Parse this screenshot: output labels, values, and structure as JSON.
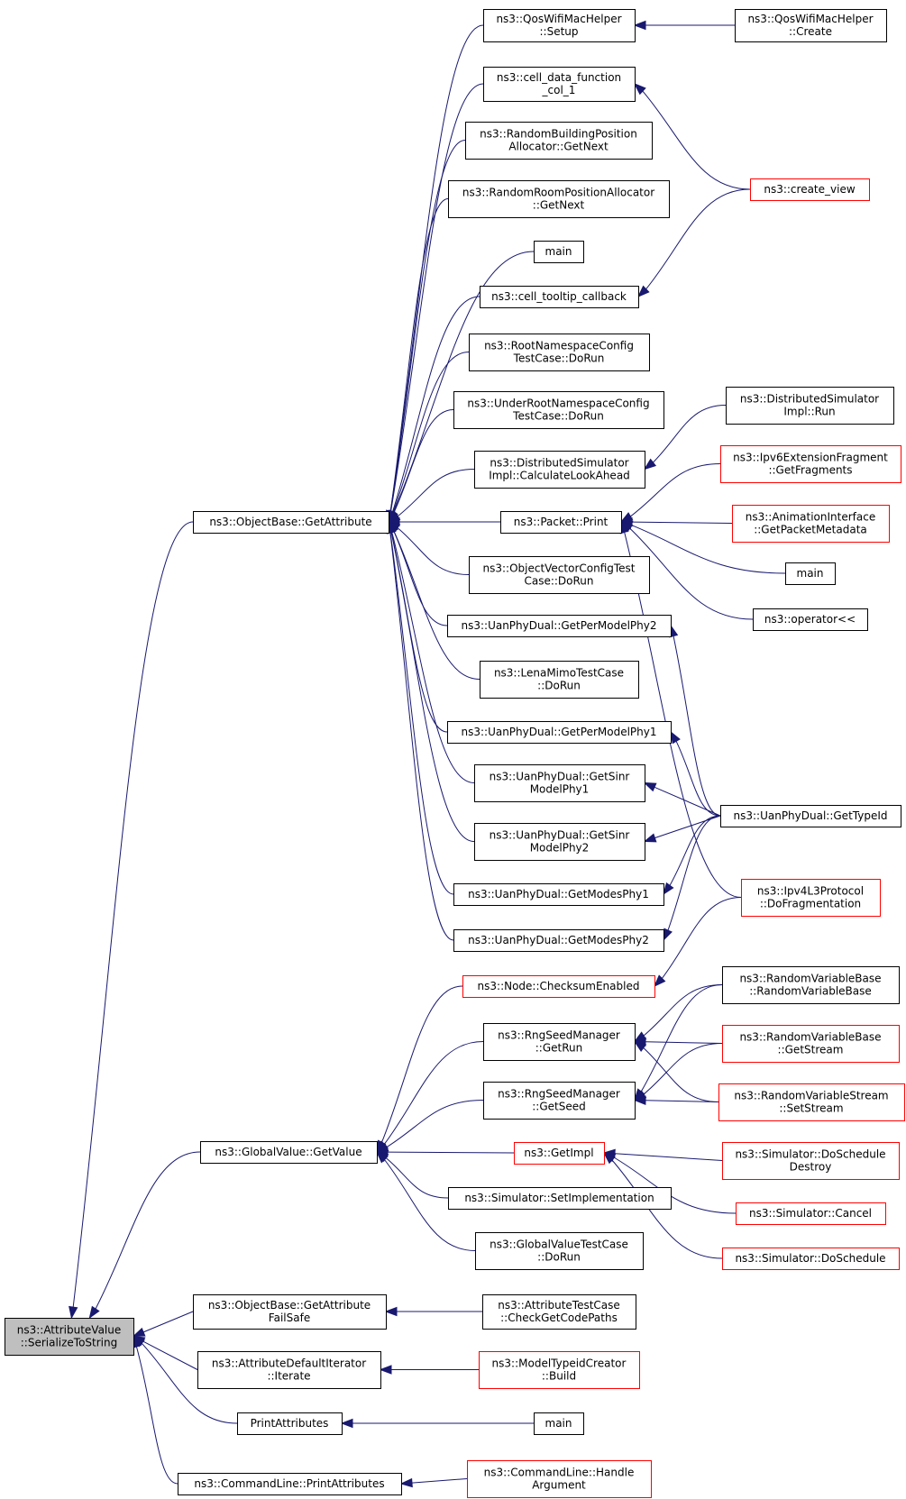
{
  "diagram": {
    "title": "",
    "nodes": [
      {
        "id": "root",
        "lines": [
          "ns3::AttributeValue",
          "::SerializeToString"
        ],
        "style": "root"
      },
      {
        "id": "getattr",
        "lines": [
          "ns3::ObjectBase::GetAttribute"
        ],
        "style": "normal"
      },
      {
        "id": "gv_getvalue",
        "lines": [
          "ns3::GlobalValue::GetValue"
        ],
        "style": "normal"
      },
      {
        "id": "getattr_fs",
        "lines": [
          "ns3::ObjectBase::GetAttribute",
          "FailSafe"
        ],
        "style": "normal"
      },
      {
        "id": "adi_iterate",
        "lines": [
          "ns3::AttributeDefaultIterator",
          "::Iterate"
        ],
        "style": "normal"
      },
      {
        "id": "printattrs",
        "lines": [
          "PrintAttributes"
        ],
        "style": "normal"
      },
      {
        "id": "cl_printattrs",
        "lines": [
          "ns3::CommandLine::PrintAttributes"
        ],
        "style": "normal"
      },
      {
        "id": "qos_setup",
        "lines": [
          "ns3::QosWifiMacHelper",
          "::Setup"
        ],
        "style": "normal"
      },
      {
        "id": "cell_data",
        "lines": [
          "ns3::cell_data_function",
          "_col_1"
        ],
        "style": "normal"
      },
      {
        "id": "rbpa_next",
        "lines": [
          "ns3::RandomBuildingPosition",
          "Allocator::GetNext"
        ],
        "style": "normal"
      },
      {
        "id": "rrpa_next",
        "lines": [
          "ns3::RandomRoomPositionAllocator",
          "::GetNext"
        ],
        "style": "normal"
      },
      {
        "id": "main_a",
        "lines": [
          "main"
        ],
        "style": "normal"
      },
      {
        "id": "cell_tooltip",
        "lines": [
          "ns3::cell_tooltip_callback"
        ],
        "style": "normal"
      },
      {
        "id": "rootns_tc",
        "lines": [
          "ns3::RootNamespaceConfig",
          "TestCase::DoRun"
        ],
        "style": "normal"
      },
      {
        "id": "underroot_tc",
        "lines": [
          "ns3::UnderRootNamespaceConfig",
          "TestCase::DoRun"
        ],
        "style": "normal"
      },
      {
        "id": "dsi_calc",
        "lines": [
          "ns3::DistributedSimulator",
          "Impl::CalculateLookAhead"
        ],
        "style": "normal"
      },
      {
        "id": "packet_print",
        "lines": [
          "ns3::Packet::Print"
        ],
        "style": "normal"
      },
      {
        "id": "ovc_tc",
        "lines": [
          "ns3::ObjectVectorConfigTest",
          "Case::DoRun"
        ],
        "style": "normal"
      },
      {
        "id": "upd_pmp2",
        "lines": [
          "ns3::UanPhyDual::GetPerModelPhy2"
        ],
        "style": "normal"
      },
      {
        "id": "lena_tc",
        "lines": [
          "ns3::LenaMimoTestCase",
          "::DoRun"
        ],
        "style": "normal"
      },
      {
        "id": "upd_pmp1",
        "lines": [
          "ns3::UanPhyDual::GetPerModelPhy1"
        ],
        "style": "normal"
      },
      {
        "id": "upd_sinr1",
        "lines": [
          "ns3::UanPhyDual::GetSinr",
          "ModelPhy1"
        ],
        "style": "normal"
      },
      {
        "id": "upd_sinr2",
        "lines": [
          "ns3::UanPhyDual::GetSinr",
          "ModelPhy2"
        ],
        "style": "normal"
      },
      {
        "id": "upd_modes1",
        "lines": [
          "ns3::UanPhyDual::GetModesPhy1"
        ],
        "style": "normal"
      },
      {
        "id": "upd_modes2",
        "lines": [
          "ns3::UanPhyDual::GetModesPhy2"
        ],
        "style": "normal"
      },
      {
        "id": "node_cksum",
        "lines": [
          "ns3::Node::ChecksumEnabled"
        ],
        "style": "red"
      },
      {
        "id": "rng_getrun",
        "lines": [
          "ns3::RngSeedManager",
          "::GetRun"
        ],
        "style": "normal"
      },
      {
        "id": "rng_getseed",
        "lines": [
          "ns3::RngSeedManager",
          "::GetSeed"
        ],
        "style": "normal"
      },
      {
        "id": "getimpl",
        "lines": [
          "ns3::GetImpl"
        ],
        "style": "red"
      },
      {
        "id": "sim_setimpl",
        "lines": [
          "ns3::Simulator::SetImplementation"
        ],
        "style": "normal"
      },
      {
        "id": "gv_tc",
        "lines": [
          "ns3::GlobalValueTestCase",
          "::DoRun"
        ],
        "style": "normal"
      },
      {
        "id": "attr_tc",
        "lines": [
          "ns3::AttributeTestCase",
          "::CheckGetCodePaths"
        ],
        "style": "normal"
      },
      {
        "id": "mtc_build",
        "lines": [
          "ns3::ModelTypeidCreator",
          "::Build"
        ],
        "style": "red"
      },
      {
        "id": "main_b",
        "lines": [
          "main"
        ],
        "style": "normal"
      },
      {
        "id": "cl_handle",
        "lines": [
          "ns3::CommandLine::Handle",
          "Argument"
        ],
        "style": "red"
      },
      {
        "id": "qos_create",
        "lines": [
          "ns3::QosWifiMacHelper",
          "::Create"
        ],
        "style": "normal"
      },
      {
        "id": "create_view",
        "lines": [
          "ns3::create_view"
        ],
        "style": "red"
      },
      {
        "id": "dsi_run",
        "lines": [
          "ns3::DistributedSimulator",
          "Impl::Run"
        ],
        "style": "normal"
      },
      {
        "id": "ipv6_frag",
        "lines": [
          "ns3::Ipv6ExtensionFragment",
          "::GetFragments"
        ],
        "style": "red"
      },
      {
        "id": "anim_meta",
        "lines": [
          "ns3::AnimationInterface",
          "::GetPacketMetadata"
        ],
        "style": "red"
      },
      {
        "id": "main_c",
        "lines": [
          "main"
        ],
        "style": "normal"
      },
      {
        "id": "op_shl",
        "lines": [
          "ns3::operator<<"
        ],
        "style": "normal"
      },
      {
        "id": "upd_typeid",
        "lines": [
          "ns3::UanPhyDual::GetTypeId"
        ],
        "style": "normal"
      },
      {
        "id": "ipv4_frag",
        "lines": [
          "ns3::Ipv4L3Protocol",
          "::DoFragmentation"
        ],
        "style": "red"
      },
      {
        "id": "rvb_ctor",
        "lines": [
          "ns3::RandomVariableBase",
          "::RandomVariableBase"
        ],
        "style": "normal"
      },
      {
        "id": "rvb_getstream",
        "lines": [
          "ns3::RandomVariableBase",
          "::GetStream"
        ],
        "style": "red"
      },
      {
        "id": "rvs_setstream",
        "lines": [
          "ns3::RandomVariableStream",
          "::SetStream"
        ],
        "style": "red"
      },
      {
        "id": "sim_dsd",
        "lines": [
          "ns3::Simulator::DoSchedule",
          "Destroy"
        ],
        "style": "red"
      },
      {
        "id": "sim_cancel",
        "lines": [
          "ns3::Simulator::Cancel"
        ],
        "style": "red"
      },
      {
        "id": "sim_dosched",
        "lines": [
          "ns3::Simulator::DoSchedule"
        ],
        "style": "red"
      }
    ],
    "edges": [
      {
        "from": "getattr",
        "to": "root"
      },
      {
        "from": "gv_getvalue",
        "to": "root"
      },
      {
        "from": "getattr_fs",
        "to": "root"
      },
      {
        "from": "adi_iterate",
        "to": "root"
      },
      {
        "from": "printattrs",
        "to": "root"
      },
      {
        "from": "cl_printattrs",
        "to": "root"
      },
      {
        "from": "qos_setup",
        "to": "getattr"
      },
      {
        "from": "cell_data",
        "to": "getattr"
      },
      {
        "from": "rbpa_next",
        "to": "getattr"
      },
      {
        "from": "rrpa_next",
        "to": "getattr"
      },
      {
        "from": "main_a",
        "to": "getattr"
      },
      {
        "from": "cell_tooltip",
        "to": "getattr"
      },
      {
        "from": "rootns_tc",
        "to": "getattr"
      },
      {
        "from": "underroot_tc",
        "to": "getattr"
      },
      {
        "from": "dsi_calc",
        "to": "getattr"
      },
      {
        "from": "packet_print",
        "to": "getattr"
      },
      {
        "from": "ovc_tc",
        "to": "getattr"
      },
      {
        "from": "upd_pmp2",
        "to": "getattr"
      },
      {
        "from": "lena_tc",
        "to": "getattr"
      },
      {
        "from": "upd_pmp1",
        "to": "getattr"
      },
      {
        "from": "upd_sinr1",
        "to": "getattr"
      },
      {
        "from": "upd_sinr2",
        "to": "getattr"
      },
      {
        "from": "upd_modes1",
        "to": "getattr"
      },
      {
        "from": "upd_modes2",
        "to": "getattr"
      },
      {
        "from": "node_cksum",
        "to": "gv_getvalue"
      },
      {
        "from": "rng_getrun",
        "to": "gv_getvalue"
      },
      {
        "from": "rng_getseed",
        "to": "gv_getvalue"
      },
      {
        "from": "getimpl",
        "to": "gv_getvalue"
      },
      {
        "from": "sim_setimpl",
        "to": "gv_getvalue"
      },
      {
        "from": "gv_tc",
        "to": "gv_getvalue"
      },
      {
        "from": "attr_tc",
        "to": "getattr_fs"
      },
      {
        "from": "mtc_build",
        "to": "adi_iterate"
      },
      {
        "from": "main_b",
        "to": "printattrs"
      },
      {
        "from": "cl_handle",
        "to": "cl_printattrs"
      },
      {
        "from": "qos_create",
        "to": "qos_setup"
      },
      {
        "from": "create_view",
        "to": "cell_data"
      },
      {
        "from": "create_view",
        "to": "cell_tooltip"
      },
      {
        "from": "dsi_run",
        "to": "dsi_calc"
      },
      {
        "from": "ipv6_frag",
        "to": "packet_print"
      },
      {
        "from": "anim_meta",
        "to": "packet_print"
      },
      {
        "from": "main_c",
        "to": "packet_print"
      },
      {
        "from": "op_shl",
        "to": "packet_print"
      },
      {
        "from": "ipv4_frag",
        "to": "packet_print"
      },
      {
        "from": "upd_typeid",
        "to": "upd_pmp2"
      },
      {
        "from": "upd_typeid",
        "to": "upd_pmp1"
      },
      {
        "from": "upd_typeid",
        "to": "upd_sinr1"
      },
      {
        "from": "upd_typeid",
        "to": "upd_sinr2"
      },
      {
        "from": "upd_typeid",
        "to": "upd_modes1"
      },
      {
        "from": "upd_typeid",
        "to": "upd_modes2"
      },
      {
        "from": "ipv4_frag",
        "to": "node_cksum"
      },
      {
        "from": "rvb_ctor",
        "to": "rng_getrun"
      },
      {
        "from": "rvb_getstream",
        "to": "rng_getrun"
      },
      {
        "from": "rvs_setstream",
        "to": "rng_getrun"
      },
      {
        "from": "rvb_ctor",
        "to": "rng_getseed"
      },
      {
        "from": "rvb_getstream",
        "to": "rng_getseed"
      },
      {
        "from": "rvs_setstream",
        "to": "rng_getseed"
      },
      {
        "from": "sim_dsd",
        "to": "getimpl"
      },
      {
        "from": "sim_cancel",
        "to": "getimpl"
      },
      {
        "from": "sim_dosched",
        "to": "getimpl"
      }
    ]
  }
}
